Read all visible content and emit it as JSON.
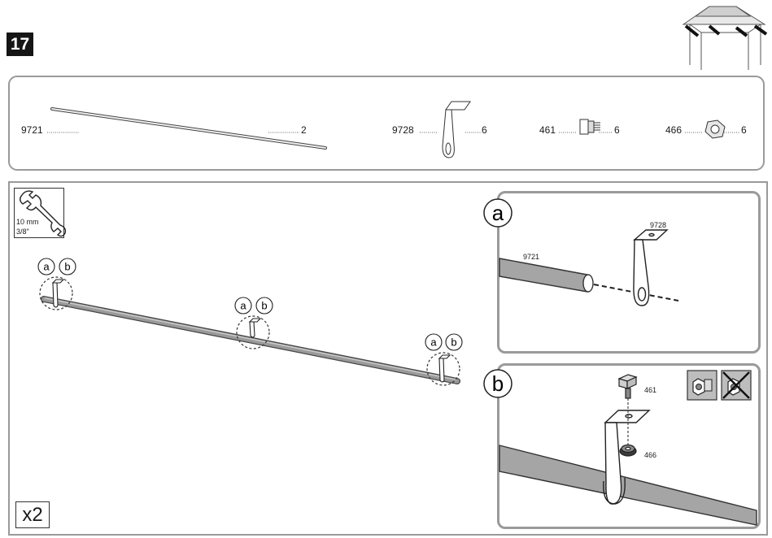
{
  "step": {
    "number": "17"
  },
  "parts": [
    {
      "id": "9721",
      "qty": "2",
      "icon": "tube-icon"
    },
    {
      "id": "9728",
      "qty": "6",
      "icon": "hanger-bracket-icon"
    },
    {
      "id": "461",
      "qty": "6",
      "icon": "bolt-icon"
    },
    {
      "id": "466",
      "qty": "6",
      "icon": "nut-icon"
    }
  ],
  "tool": {
    "size_mm": "10 mm",
    "size_in": "3/8\"",
    "icon": "wrench-icon"
  },
  "multiplier": "x2",
  "callouts": {
    "a": "a",
    "b": "b"
  },
  "detail_a": {
    "letter": "a",
    "tube_label": "9721",
    "bracket_label": "9728"
  },
  "detail_b": {
    "letter": "b",
    "bolt_label": "461",
    "nut_label": "466",
    "notes": [
      "use-nut-icon",
      "no-locknut-icon"
    ]
  }
}
